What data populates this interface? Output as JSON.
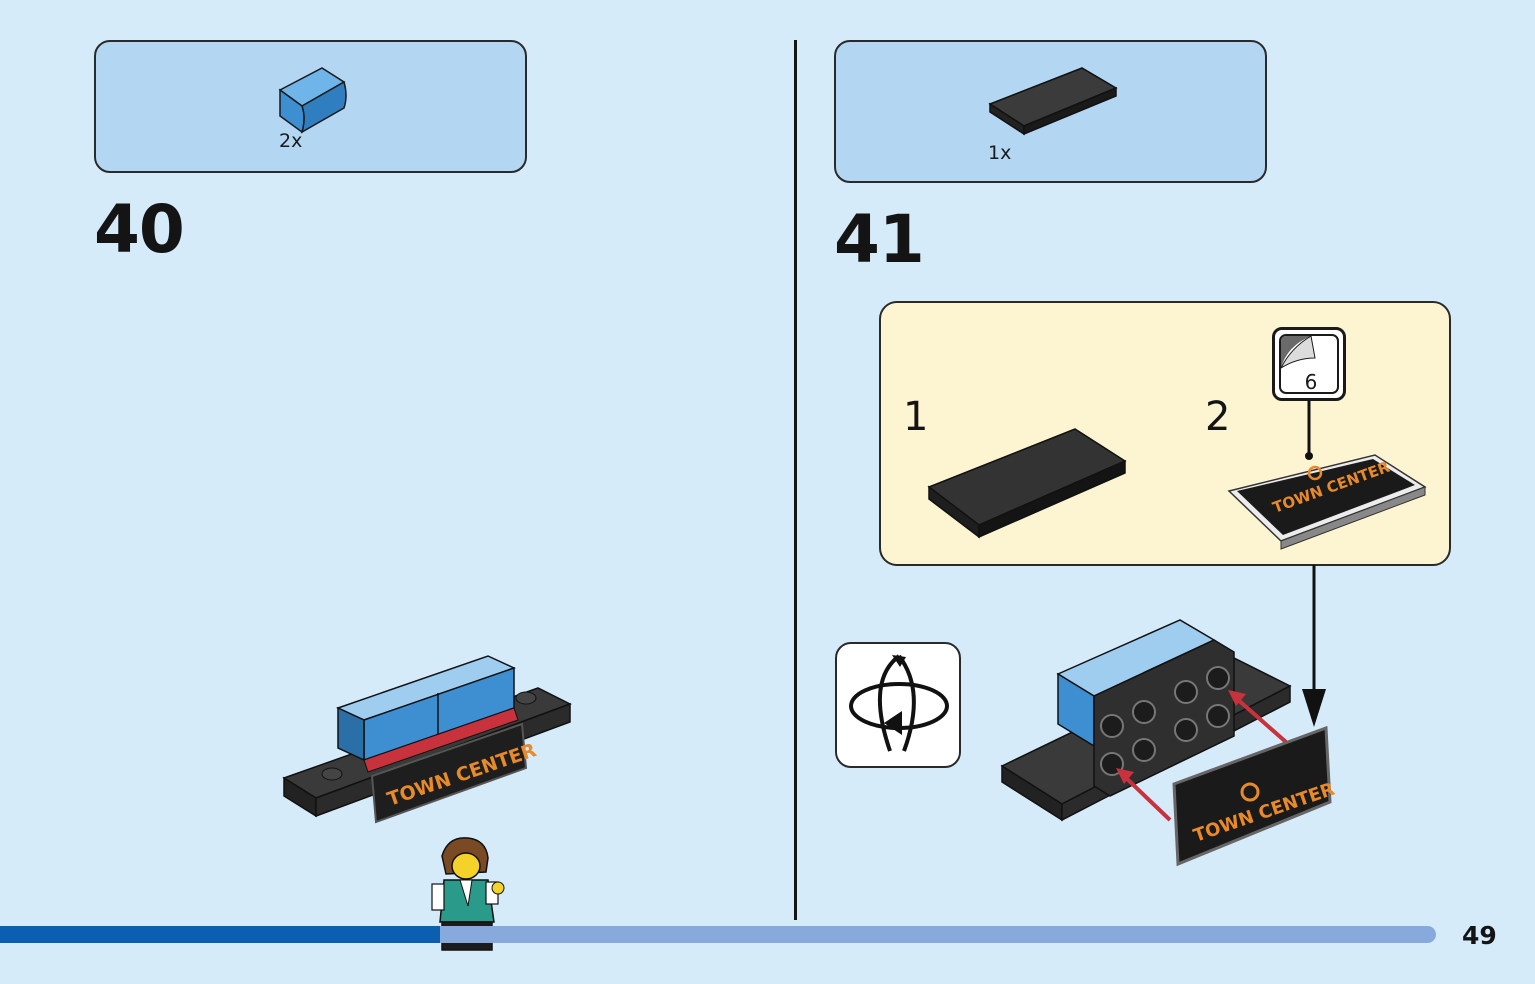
{
  "step_40": {
    "number": "40",
    "parts": [
      {
        "quantity": "2x",
        "color": "#3d8fd1"
      }
    ]
  },
  "step_41": {
    "number": "41",
    "parts": [
      {
        "quantity": "1x",
        "color": "#2b2b2b"
      }
    ],
    "substeps": [
      {
        "number": "1"
      },
      {
        "number": "2"
      }
    ],
    "sticker": {
      "number": "6"
    }
  },
  "tile_text": "TOWN CENTER",
  "page_number": "49",
  "progress": {
    "percent": 29
  },
  "colors": {
    "background": "#d6ebfa",
    "parts_box": "#b3d6f2",
    "sub_panel": "#fdf5d2",
    "brick_blue": "#3d8fd1",
    "brick_black": "#2b2b2b",
    "tile_text_orange": "#e8892a",
    "arrow_red": "#c8323c",
    "progress_dark": "#0a5fb0",
    "progress_light": "#88a9dc"
  }
}
